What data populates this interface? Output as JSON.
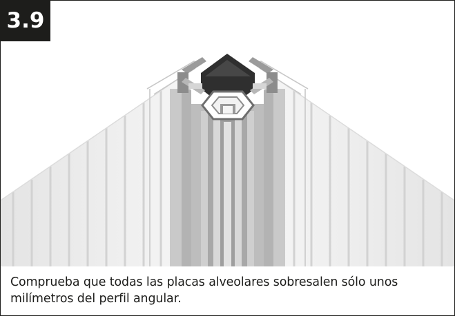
{
  "step": {
    "number": "3.9"
  },
  "image": {
    "subject-icon": "angular-profile-polycarbonate-panels-photo"
  },
  "caption": {
    "text": "Comprueba que todas las placas alveolares sobresalen sólo unos milímetros del perfil angular."
  },
  "colors": {
    "badge_background": "#1d1d1b",
    "badge_text": "#ffffff",
    "frame_border": "#1d1d1b",
    "caption_text": "#1d1d1b"
  }
}
